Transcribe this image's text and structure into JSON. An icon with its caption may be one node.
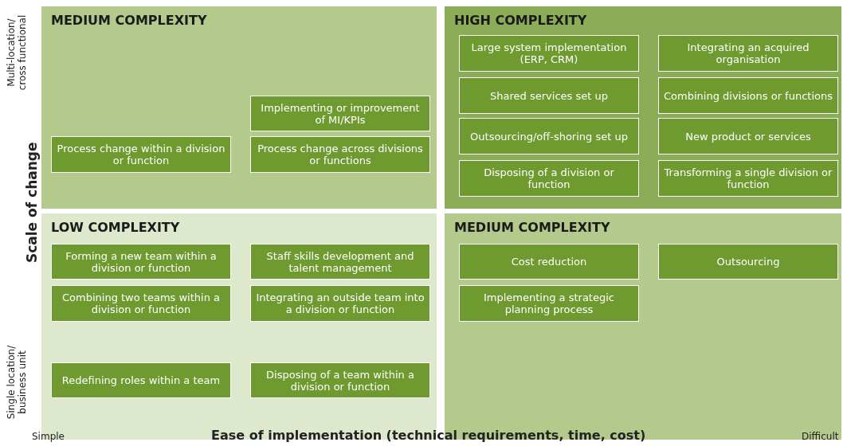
{
  "diagram": {
    "nodes": [
      {
        "text": [
          "MEDIUM COMPLEXITY"
        ]
      },
      {
        "text": [
          "Implementing or improvement of MI/KPIs"
        ],
        "in": 0
      },
      {
        "text": [
          "Process change within a division or function"
        ],
        "in": 0
      },
      {
        "text": [
          "Process change across divisions or functions"
        ],
        "in": 0
      },
      {
        "text": [
          "HIGH COMPLEXITY"
        ]
      },
      {
        "text": [
          "Large system implementation (ERP, CRM)"
        ],
        "in": 4
      },
      {
        "text": [
          "Integrating an acquired organisation"
        ],
        "in": 4
      },
      {
        "text": [
          "Shared services set up"
        ],
        "in": 4
      },
      {
        "text": [
          "Combining divisions or functions"
        ],
        "in": 4
      },
      {
        "text": [
          "Outsourcing/off-shoring set up"
        ],
        "in": 4
      },
      {
        "text": [
          "New product or services"
        ],
        "in": 4
      },
      {
        "text": [
          "Disposing of a division or function"
        ],
        "in": 4
      },
      {
        "text": [
          "Transforming a single division or function"
        ],
        "in": 4
      },
      {
        "text": [
          "LOW COMPLEXITY"
        ]
      },
      {
        "text": [
          "Forming a new team within a division or function"
        ],
        "in": 13
      },
      {
        "text": [
          "Staff skills development and talent management"
        ],
        "in": 13
      },
      {
        "text": [
          "Combining two teams within a division or function"
        ],
        "in": 13
      },
      {
        "text": [
          "Integrating an outside team into a division or function"
        ],
        "in": 13
      },
      {
        "text": [
          "Redefining roles within a team"
        ],
        "in": 13
      },
      {
        "text": [
          "Disposing of a team within a division or function"
        ],
        "in": 13
      },
      {
        "text": [
          "MEDIUM COMPLEXITY"
        ]
      },
      {
        "text": [
          "Cost reduction"
        ],
        "in": 20
      },
      {
        "text": [
          "Outsourcing"
        ],
        "in": 20
      },
      {
        "text": [
          "Implementing a strategic planning process"
        ],
        "in": 20
      }
    ],
    "edges": [],
    "labels": [
      "Multi-location/ cross functional",
      "Scale of change",
      "Single location/ business unit",
      "Simple",
      "Ease of implementation (technical requirements, time, cost)",
      "Difficult"
    ]
  }
}
